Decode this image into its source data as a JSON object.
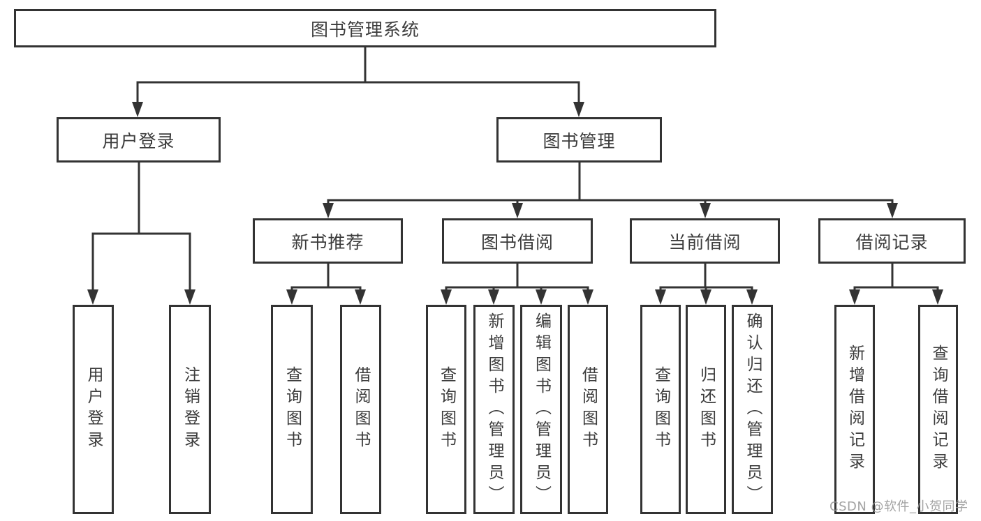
{
  "tree": {
    "label": "图书管理系统",
    "children": [
      {
        "label": "用户登录",
        "children": [
          {
            "label": "用户登录"
          },
          {
            "label": "注销登录"
          }
        ]
      },
      {
        "label": "图书管理",
        "children": [
          {
            "label": "新书推荐",
            "children": [
              {
                "label": "查询图书"
              },
              {
                "label": "借阅图书"
              }
            ]
          },
          {
            "label": "图书借阅",
            "children": [
              {
                "label": "查询图书"
              },
              {
                "label": "新增图书（管理员）"
              },
              {
                "label": "编辑图书（管理员）"
              },
              {
                "label": "借阅图书"
              }
            ]
          },
          {
            "label": "当前借阅",
            "children": [
              {
                "label": "查询图书"
              },
              {
                "label": "归还图书"
              },
              {
                "label": "确认归还（管理员）"
              }
            ]
          },
          {
            "label": "借阅记录",
            "children": [
              {
                "label": "新增借阅记录"
              },
              {
                "label": "查询借阅记录"
              }
            ]
          }
        ]
      }
    ]
  },
  "watermark": {
    "text": "CSDN @软件_小贺同学"
  },
  "colors": {
    "line": "#333333",
    "border": "#333333",
    "text": "#3c3c3c",
    "watermark": "#999999",
    "background": "#ffffff"
  }
}
